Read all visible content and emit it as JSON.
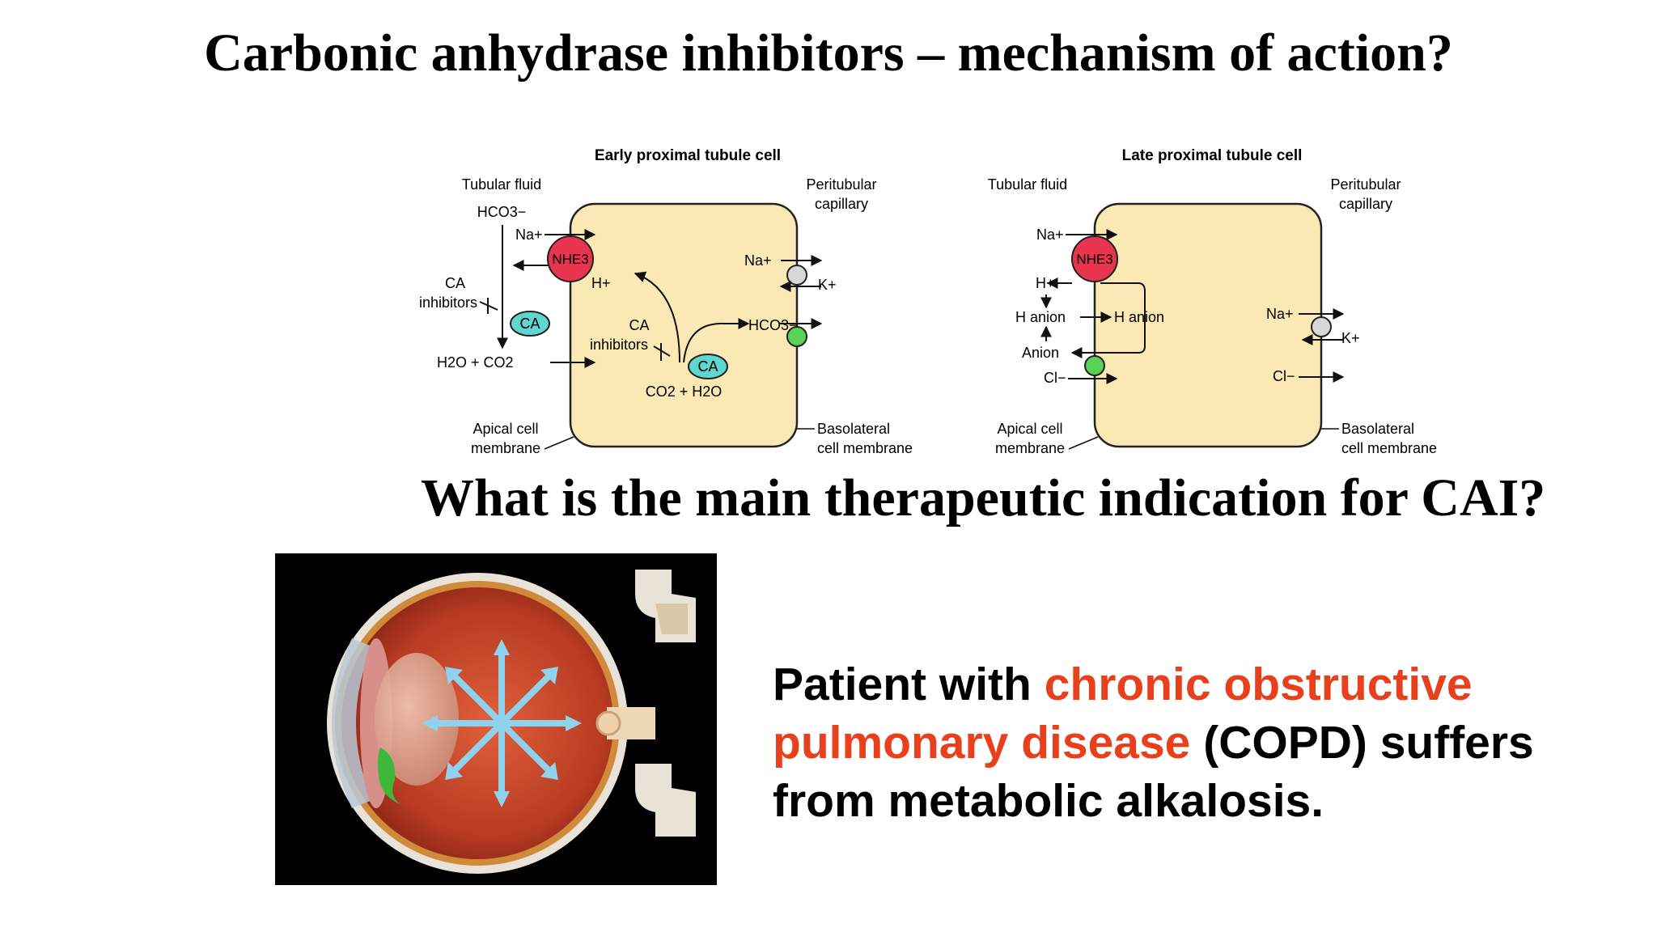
{
  "slide": {
    "title": "Carbonic anhydrase inhibitors – mechanism of action?",
    "question": "What is the main therapeutic indication for CAI?",
    "patient": {
      "part1": "Patient with ",
      "highlight": "chronic obstructive pulmonary disease",
      "part2": " (COPD) suffers from metabolic alkalosis.",
      "highlight_color": "#e8401c"
    }
  },
  "early_cell": {
    "title": "Early proximal tubule cell",
    "tubular_fluid": "Tubular fluid",
    "hco3": "HCO3−",
    "na": "Na+",
    "nhe3": "NHE3",
    "h": "H+",
    "ca_inhibitors_outer": [
      "CA",
      "inhibitors"
    ],
    "ca": "CA",
    "h2o_co2": "H2O + CO2",
    "ca_inhibitors_inner": [
      "CA",
      "inhibitors"
    ],
    "co2_h2o": "CO2 + H2O",
    "hco3_right": "HCO3−",
    "na_right": "Na+",
    "k_right": "K+",
    "peritubular": [
      "Peritubular",
      "capillary"
    ],
    "apical": [
      "Apical cell",
      "membrane"
    ],
    "basolateral": [
      "Basolateral",
      "cell membrane"
    ]
  },
  "late_cell": {
    "title": "Late proximal tubule cell",
    "tubular_fluid": "Tubular fluid",
    "na": "Na+",
    "nhe3": "NHE3",
    "h": "H+",
    "h_anion_left": "H anion",
    "h_anion_right": "H anion",
    "anion": "Anion",
    "cl": "Cl−",
    "na_right": "Na+",
    "k_right": "K+",
    "cl_right": "Cl−",
    "peritubular": [
      "Peritubular",
      "capillary"
    ],
    "apical": [
      "Apical cell",
      "membrane"
    ],
    "basolateral": [
      "Basolateral",
      "cell membrane"
    ]
  },
  "colors": {
    "cell_fill": "#fbe9b5",
    "nhe3": "#e8344e",
    "ca_oval": "#5fd6cf",
    "green_transporter": "#58d156",
    "gray_transporter": "#d7d7d7"
  },
  "eye_figure": {
    "icon": "eye-cross-section-illustration"
  }
}
